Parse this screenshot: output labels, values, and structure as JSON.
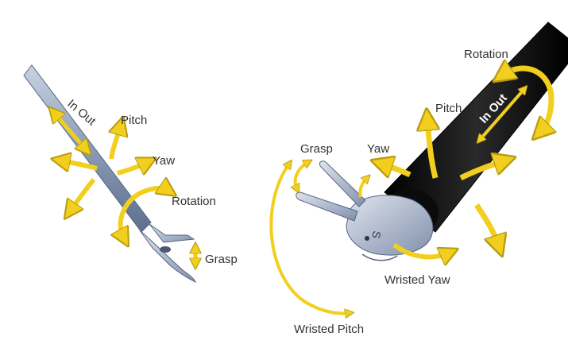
{
  "colors": {
    "arrow": "#f2cf1e",
    "arrow_edge": "#b89c10",
    "shaft_metal": "#8a9bb6",
    "shaft_black": "#111111",
    "label": "#333333"
  },
  "left_instrument": {
    "labels": {
      "in_out": "In Out",
      "pitch": "Pitch",
      "yaw": "Yaw",
      "rotation": "Rotation",
      "grasp": "Grasp"
    }
  },
  "right_instrument": {
    "labels": {
      "rotation": "Rotation",
      "in_out": "In Out",
      "pitch": "Pitch",
      "yaw": "Yaw",
      "grasp": "Grasp",
      "wristed_yaw": "Wristed Yaw",
      "wristed_pitch": "Wristed Pitch",
      "wrist_mark": "S"
    }
  }
}
